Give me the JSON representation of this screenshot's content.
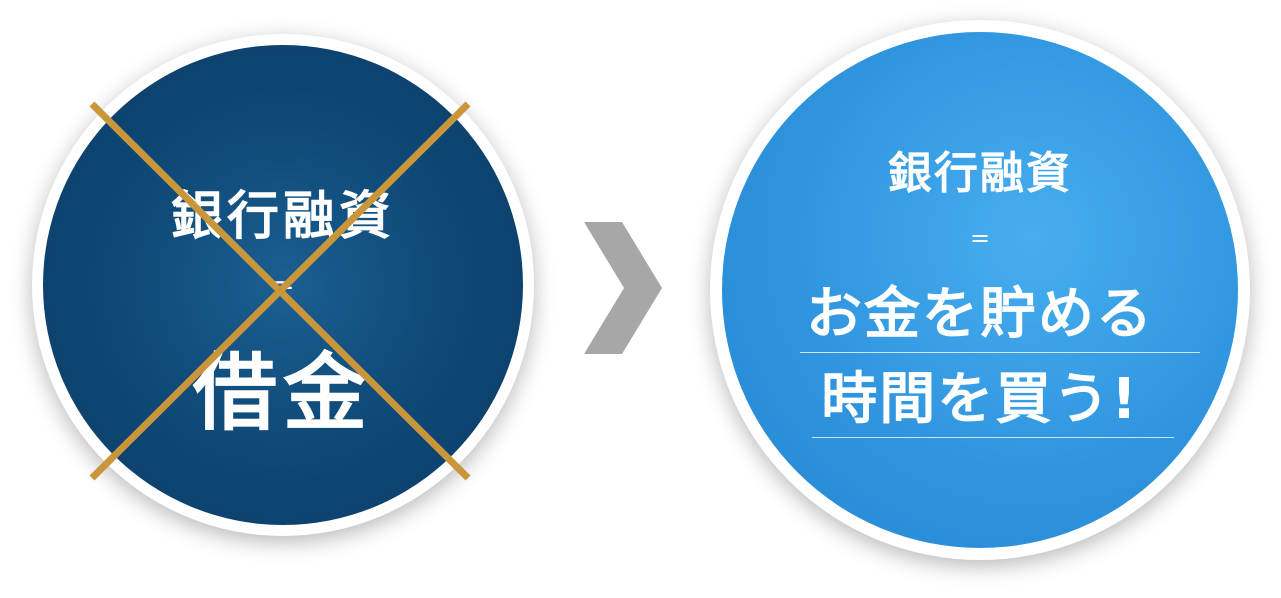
{
  "left_circle": {
    "line1": "銀行融資",
    "equals": "=",
    "line2": "借金"
  },
  "right_circle": {
    "line1": "銀行融資",
    "equals": "=",
    "line2": "お金を貯める",
    "line3": "時間を買う!"
  },
  "colors": {
    "left_fill": "#0f4a78",
    "right_fill": "#2f94de",
    "cross": "#c9963c",
    "arrow": "#a7a7a7"
  },
  "icons": {
    "cross": "cross-out-icon",
    "arrow": "chevron-right-icon"
  }
}
